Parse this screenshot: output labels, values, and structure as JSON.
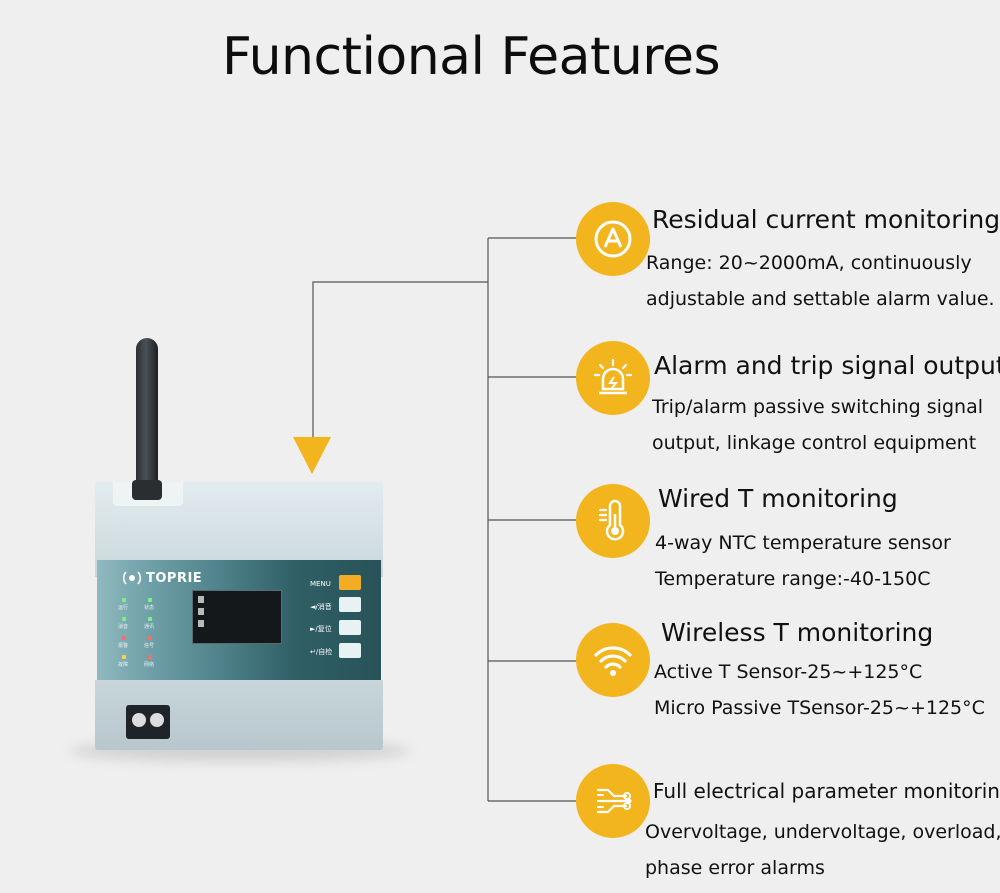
{
  "title": "Functional Features",
  "colors": {
    "accent": "#f3b51e",
    "background": "#efefef",
    "text": "#111111"
  },
  "device": {
    "brand": "TOPRIE",
    "buttons": [
      "MENU",
      "◄/消音",
      "►/复位",
      "↵/自检"
    ],
    "led_labels": [
      "运行",
      "状态",
      "消音",
      "通讯",
      "报警",
      "信号",
      "故障",
      "网络"
    ]
  },
  "features": [
    {
      "icon": "ammeter-a-icon",
      "title": "Residual current monitoring",
      "lines": [
        "Range: 20~2000mA, continuously",
        "adjustable and settable alarm value."
      ]
    },
    {
      "icon": "alarm-siren-icon",
      "title": "Alarm and trip signal output",
      "lines": [
        "Trip/alarm passive switching signal",
        " output, linkage control equipment"
      ]
    },
    {
      "icon": "thermometer-icon",
      "title": "Wired T monitoring",
      "lines": [
        "4-way NTC temperature sensor",
        "Temperature range:-40-150C"
      ]
    },
    {
      "icon": "wireless-signal-icon",
      "title": "Wireless T monitoring",
      "lines": [
        "Active T Sensor-25~+125°C",
        "Micro Passive TSensor-25~+125°C"
      ]
    },
    {
      "icon": "circuit-parameters-icon",
      "title": "Full electrical parameter monitoring",
      "lines": [
        "Overvoltage, undervoltage, overload,",
        "phase error alarms"
      ]
    }
  ]
}
